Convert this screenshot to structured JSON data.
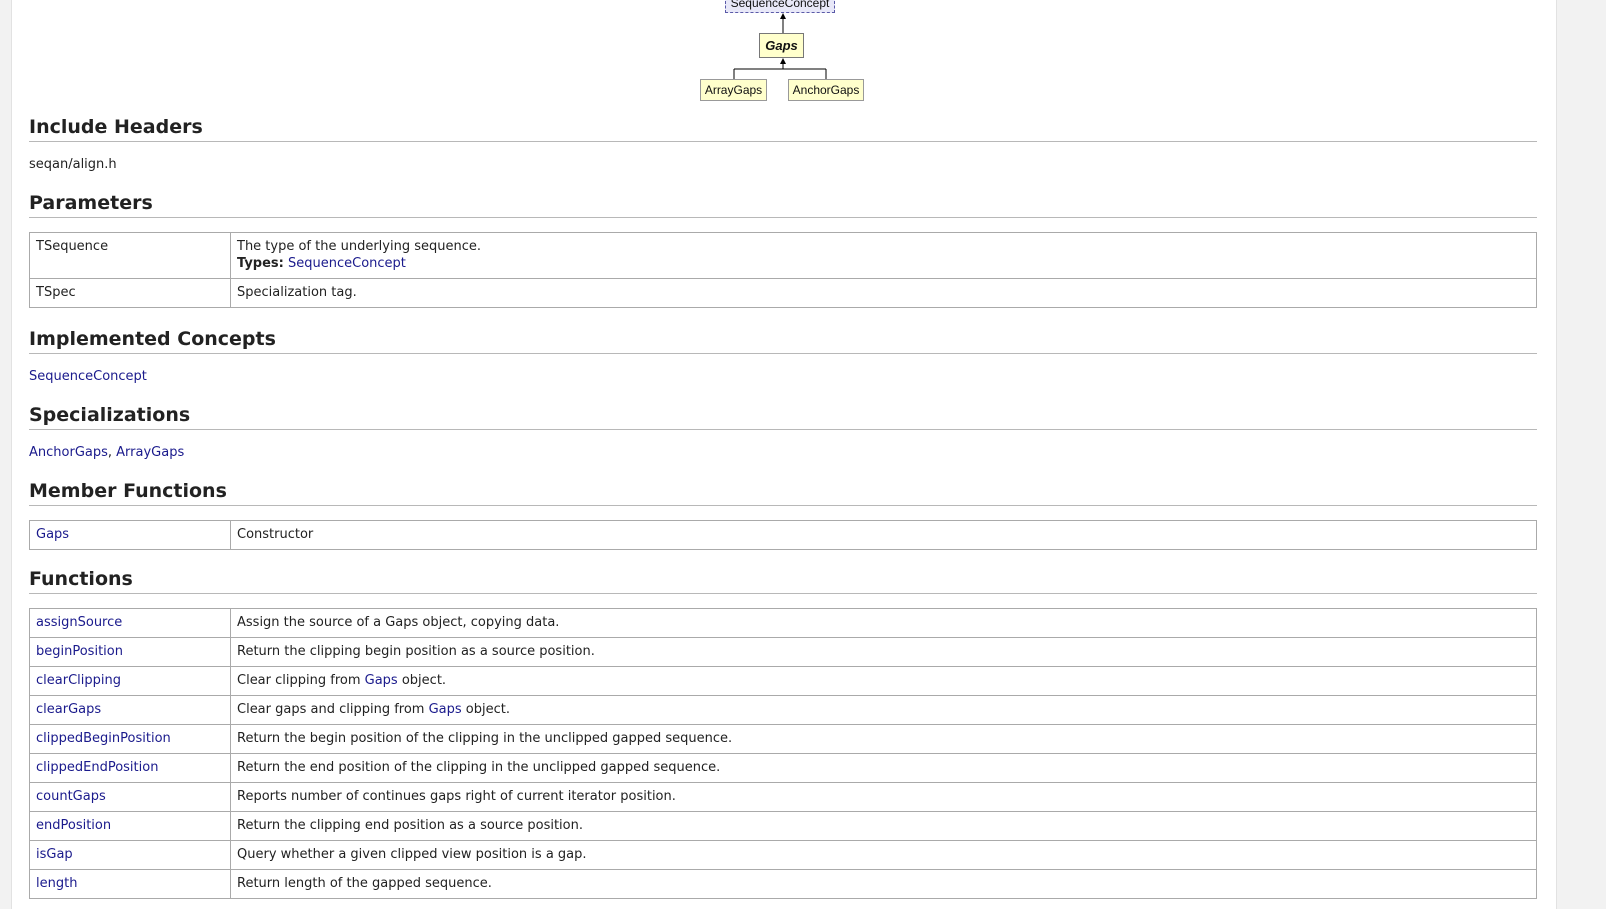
{
  "diagram": {
    "concept": "SequenceConcept",
    "current": "Gaps",
    "children": [
      "ArrayGaps",
      "AnchorGaps"
    ]
  },
  "include": {
    "title": "Include Headers",
    "header": "seqan/align.h"
  },
  "parameters": {
    "title": "Parameters",
    "rows": [
      {
        "name": "TSequence",
        "desc": "The type of the underlying sequence.",
        "types_label": "Types:",
        "types_value": "SequenceConcept"
      },
      {
        "name": "TSpec",
        "desc": "Specialization tag."
      }
    ]
  },
  "implemented": {
    "title": "Implemented Concepts",
    "items": [
      "SequenceConcept"
    ]
  },
  "specializations": {
    "title": "Specializations",
    "items": [
      "AnchorGaps",
      "ArrayGaps"
    ],
    "separator": ", "
  },
  "member_functions": {
    "title": "Member Functions",
    "rows": [
      {
        "name": "Gaps",
        "desc": "Constructor"
      }
    ]
  },
  "functions": {
    "title": "Functions",
    "rows": [
      {
        "name": "assignSource",
        "desc": [
          "Assign the source of a Gaps object, copying data."
        ]
      },
      {
        "name": "beginPosition",
        "desc": [
          "Return the clipping begin position as a source position."
        ]
      },
      {
        "name": "clearClipping",
        "desc": [
          "Clear clipping from ",
          "Gaps",
          " object."
        ]
      },
      {
        "name": "clearGaps",
        "desc": [
          "Clear gaps and clipping from ",
          "Gaps",
          " object."
        ]
      },
      {
        "name": "clippedBeginPosition",
        "desc": [
          "Return the begin position of the clipping in the unclipped gapped sequence."
        ]
      },
      {
        "name": "clippedEndPosition",
        "desc": [
          "Return the end position of the clipping in the unclipped gapped sequence."
        ]
      },
      {
        "name": "countGaps",
        "desc": [
          "Reports number of continues gaps right of current iterator position."
        ]
      },
      {
        "name": "endPosition",
        "desc": [
          "Return the clipping end position as a source position."
        ]
      },
      {
        "name": "isGap",
        "desc": [
          "Query whether a given clipped view position is a gap."
        ]
      },
      {
        "name": "length",
        "desc": [
          "Return length of the gapped sequence."
        ]
      }
    ]
  }
}
